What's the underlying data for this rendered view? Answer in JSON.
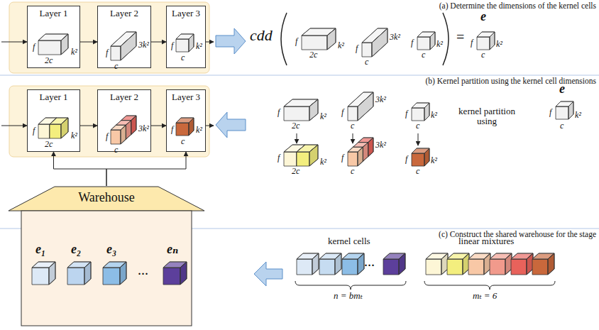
{
  "diagram": {
    "nodes": [
      {
        "text": [
          "Layer 1",
          "f",
          "2c",
          "k²"
        ]
      },
      {
        "text": [
          "Layer 2",
          "f",
          "c",
          "3k²"
        ]
      },
      {
        "text": [
          "Layer 3",
          "f",
          "c",
          "k²"
        ]
      },
      {
        "text": [
          "Layer 1",
          "f",
          "2c",
          "k²"
        ]
      },
      {
        "text": [
          "Layer 2",
          "f",
          "c",
          "3k²"
        ]
      },
      {
        "text": [
          "Layer 3",
          "f",
          "c",
          "k²"
        ]
      },
      {
        "text": [
          "Warehouse",
          "e₁",
          "e₂",
          "e₃",
          "···",
          "eₙ"
        ]
      }
    ],
    "edges": [
      {
        "from": 0,
        "to": 1,
        "arrow": "to"
      },
      {
        "from": 1,
        "to": 2,
        "arrow": "to"
      },
      {
        "from": 3,
        "to": 4,
        "arrow": "to"
      },
      {
        "from": 4,
        "to": 5,
        "arrow": "to"
      },
      {
        "from": 6,
        "to": 3,
        "arrow": "to"
      },
      {
        "from": 6,
        "to": 5,
        "arrow": "to"
      }
    ],
    "labels": [
      "(a) Determine the dimensions of the kernel cells",
      "cdd",
      "f",
      "2c",
      "k²",
      "f",
      "c",
      "3k²",
      "f",
      "c",
      "k²",
      "=",
      "e",
      "f",
      "c",
      "k²",
      "(b) Kernel partition using the kernel cell dimensions",
      "f",
      "2c",
      "k²",
      "f",
      "c",
      "3k²",
      "f",
      "c",
      "k²",
      "kernel partition using",
      "e",
      "f",
      "c",
      "k²",
      "f",
      "2c",
      "k²",
      "f",
      "c",
      "3k²",
      "f",
      "c",
      "k²",
      "(c) Construct the shared warehouse for the stage",
      "kernel cells",
      "linear mixtures",
      "···",
      "n = bmₜ",
      "mₜ = 6"
    ]
  }
}
